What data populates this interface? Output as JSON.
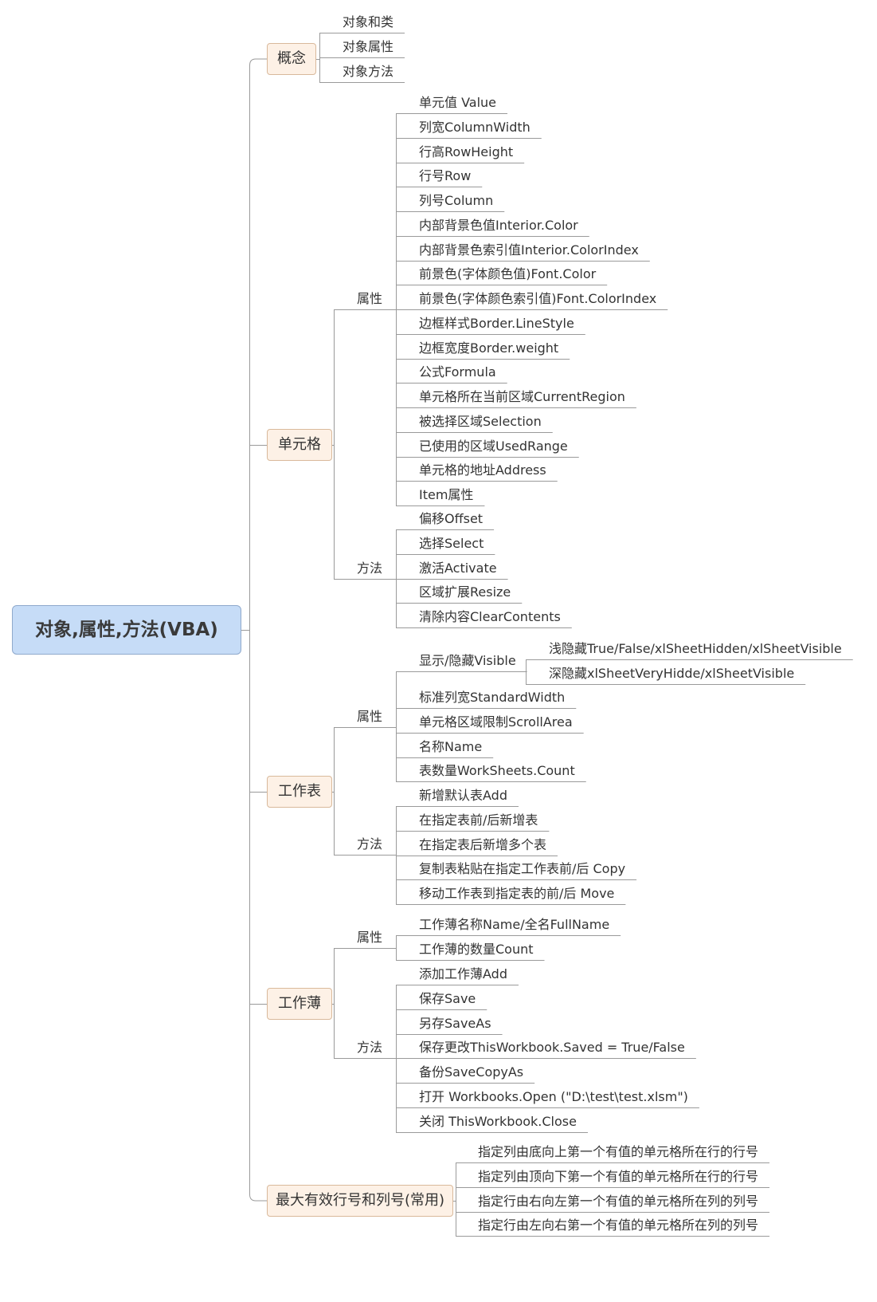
{
  "root": "对象,属性,方法(VBA)",
  "branches": {
    "concept": {
      "label": "概念",
      "items": [
        "对象和类",
        "对象属性",
        "对象方法"
      ]
    },
    "cell": {
      "label": "单元格",
      "props_label": "属性",
      "props": [
        "单元值 Value",
        "列宽ColumnWidth",
        "行高RowHeight",
        "行号Row",
        "列号Column",
        "内部背景色值Interior.Color",
        "内部背景色索引值Interior.ColorIndex",
        "前景色(字体颜色值)Font.Color",
        "前景色(字体颜色索引值)Font.ColorIndex",
        "边框样式Border.LineStyle",
        "边框宽度Border.weight",
        "公式Formula",
        "单元格所在当前区域CurrentRegion",
        "被选择区域Selection",
        "已使用的区域UsedRange",
        "单元格的地址Address",
        "Item属性"
      ],
      "methods_label": "方法",
      "methods": [
        "偏移Offset",
        "选择Select",
        "激活Activate",
        "区域扩展Resize",
        "清除内容ClearContents"
      ]
    },
    "sheet": {
      "label": "工作表",
      "props_label": "属性",
      "visible": "显示/隐藏Visible",
      "visible_sub": [
        "浅隐藏True/False/xlSheetHidden/xlSheetVisible",
        "深隐藏xlSheetVeryHidde/xlSheetVisible"
      ],
      "props": [
        "标准列宽StandardWidth",
        "单元格区域限制ScrollArea",
        "名称Name",
        "表数量WorkSheets.Count"
      ],
      "methods_label": "方法",
      "methods": [
        "新增默认表Add",
        "在指定表前/后新增表",
        "在指定表后新增多个表",
        "复制表粘贴在指定工作表前/后 Copy",
        "移动工作表到指定表的前/后 Move"
      ]
    },
    "book": {
      "label": "工作薄",
      "props_label": "属性",
      "props": [
        "工作薄名称Name/全名FullName",
        "工作薄的数量Count"
      ],
      "methods_label": "方法",
      "methods": [
        "添加工作薄Add",
        "保存Save",
        "另存SaveAs",
        "保存更改ThisWorkbook.Saved = True/False",
        "备份SaveCopyAs",
        "打开 Workbooks.Open (\"D:\\test\\test.xlsm\")",
        "关闭 ThisWorkbook.Close"
      ]
    },
    "maxrow": {
      "label": "最大有效行号和列号(常用)",
      "items": [
        "指定列由底向上第一个有值的单元格所在行的行号",
        "指定列由顶向下第一个有值的单元格所在行的行号",
        "指定行由右向左第一个有值的单元格所在列的列号",
        "指定行由左向右第一个有值的单元格所在列的列号"
      ]
    }
  },
  "colors": {
    "line": "#9a9a9a",
    "root_fill": "#c6dcf7",
    "box_fill": "#fdf1e6"
  }
}
